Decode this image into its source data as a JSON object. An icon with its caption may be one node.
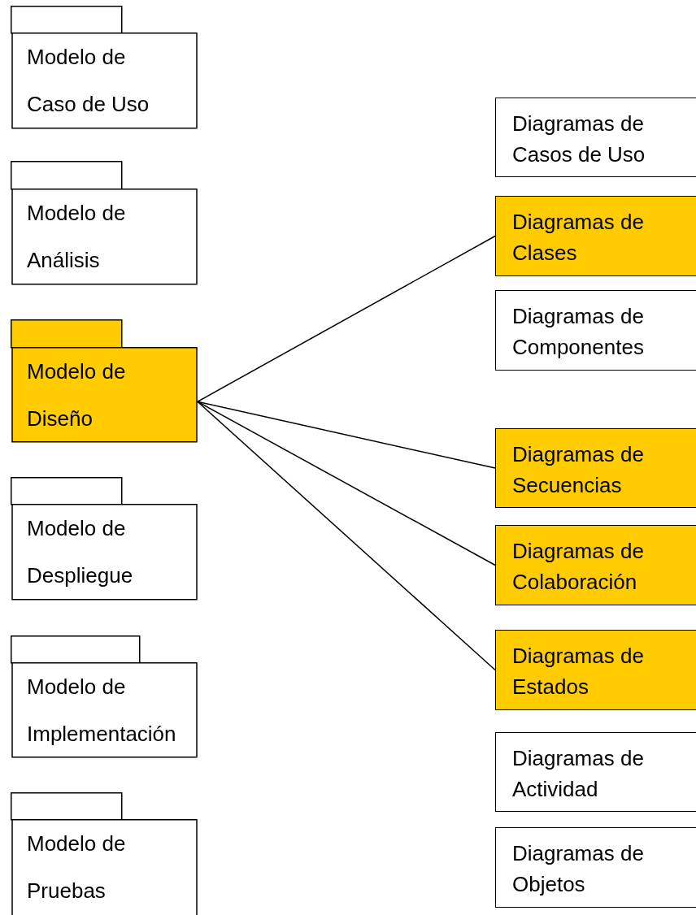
{
  "diagram": {
    "nodes": [
      {
        "text": [
          "Modelo de Caso de Uso"
        ]
      },
      {
        "text": [
          "Modelo de Análisis"
        ]
      },
      {
        "text": [
          "Modelo de Diseño"
        ]
      },
      {
        "text": [
          "Modelo de Despliegue"
        ]
      },
      {
        "text": [
          "Modelo de Implementación"
        ]
      },
      {
        "text": [
          "Modelo de Pruebas"
        ]
      },
      {
        "text": [
          "Diagramas de Casos de Uso"
        ]
      },
      {
        "text": [
          "Diagramas de Clases"
        ]
      },
      {
        "text": [
          "Diagramas de Componentes"
        ]
      },
      {
        "text": [
          "Diagramas de Secuencias"
        ]
      },
      {
        "text": [
          "Diagramas de Colaboración"
        ]
      },
      {
        "text": [
          "Diagramas de Estados"
        ]
      },
      {
        "text": [
          "Diagramas de Actividad"
        ]
      },
      {
        "text": [
          "Diagramas de Objetos"
        ]
      }
    ],
    "edges": [
      {
        "from": 2,
        "to": 7,
        "arrow": "none"
      },
      {
        "from": 2,
        "to": 9,
        "arrow": "none"
      },
      {
        "from": 2,
        "to": 10,
        "arrow": "none"
      },
      {
        "from": 2,
        "to": 11,
        "arrow": "none"
      }
    ]
  }
}
